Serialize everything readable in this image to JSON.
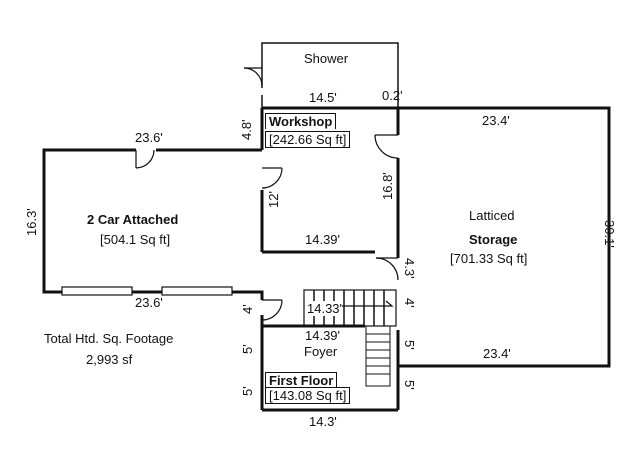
{
  "rooms": {
    "shower": {
      "name": "Shower"
    },
    "workshop": {
      "name": "Workshop",
      "area": "[242.66 Sq ft]"
    },
    "garage": {
      "name": "2 Car Attached",
      "area": "[504.1 Sq ft]"
    },
    "storage": {
      "name_line1": "Latticed",
      "name_line2": "Storage",
      "area": "[701.33 Sq ft]"
    },
    "foyer": {
      "name": "Foyer"
    },
    "first_floor": {
      "name": "First Floor",
      "area": "[143.08 Sq ft]"
    }
  },
  "dimensions": {
    "shower_bottom": "14.5'",
    "shower_gap": "0.2'",
    "workshop_left_top": "4.8'",
    "workshop_left": "12'",
    "workshop_right": "16.8'",
    "workshop_bottom": "14.39'",
    "garage_top": "23.6'",
    "garage_left": "16.3'",
    "garage_bottom": "23.6'",
    "storage_top": "23.4'",
    "storage_right": "30.1'",
    "storage_bottom": "23.4'",
    "storage_left_small": "4.3'",
    "stair_width": "14.33'",
    "stair_left": "4'",
    "stair_right": "4'",
    "foyer_top": "14.39'",
    "foyer_left_top": "5'",
    "foyer_left_bottom": "5'",
    "foyer_right_top": "5'",
    "foyer_right_bottom": "5'",
    "first_floor_bottom": "14.3'"
  },
  "summary": {
    "label": "Total Htd. Sq. Footage",
    "value": "2,993 sf"
  }
}
